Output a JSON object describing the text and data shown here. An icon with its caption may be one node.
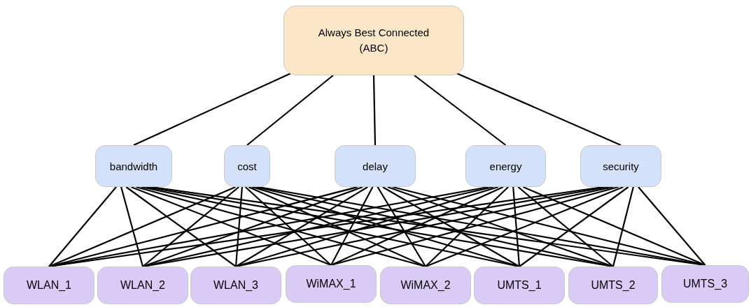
{
  "diagram": {
    "nodes": [
      {
        "text": [
          "Always Best Connected (ABC)"
        ]
      },
      {
        "text": [
          "bandwidth"
        ]
      },
      {
        "text": [
          "cost"
        ]
      },
      {
        "text": [
          "delay"
        ]
      },
      {
        "text": [
          "energy"
        ]
      },
      {
        "text": [
          "security"
        ]
      },
      {
        "text": [
          "WLAN_1"
        ]
      },
      {
        "text": [
          "WLAN_2"
        ]
      },
      {
        "text": [
          "WLAN_3"
        ]
      },
      {
        "text": [
          "WiMAX_1"
        ]
      },
      {
        "text": [
          "WiMAX_2"
        ]
      },
      {
        "text": [
          "UMTS_1"
        ]
      },
      {
        "text": [
          "UMTS_2"
        ]
      },
      {
        "text": [
          "UMTS_3"
        ]
      }
    ],
    "edges": [
      {
        "from": 0,
        "to": 1,
        "arrow": "none"
      },
      {
        "from": 0,
        "to": 2,
        "arrow": "none"
      },
      {
        "from": 0,
        "to": 3,
        "arrow": "none"
      },
      {
        "from": 0,
        "to": 4,
        "arrow": "none"
      },
      {
        "from": 0,
        "to": 5,
        "arrow": "none"
      },
      {
        "from": 1,
        "to": 6,
        "arrow": "none"
      },
      {
        "from": 1,
        "to": 7,
        "arrow": "none"
      },
      {
        "from": 1,
        "to": 8,
        "arrow": "none"
      },
      {
        "from": 1,
        "to": 9,
        "arrow": "none"
      },
      {
        "from": 1,
        "to": 10,
        "arrow": "none"
      },
      {
        "from": 1,
        "to": 11,
        "arrow": "none"
      },
      {
        "from": 1,
        "to": 12,
        "arrow": "none"
      },
      {
        "from": 1,
        "to": 13,
        "arrow": "none"
      },
      {
        "from": 2,
        "to": 6,
        "arrow": "none"
      },
      {
        "from": 2,
        "to": 7,
        "arrow": "none"
      },
      {
        "from": 2,
        "to": 8,
        "arrow": "none"
      },
      {
        "from": 2,
        "to": 9,
        "arrow": "none"
      },
      {
        "from": 2,
        "to": 10,
        "arrow": "none"
      },
      {
        "from": 2,
        "to": 11,
        "arrow": "none"
      },
      {
        "from": 2,
        "to": 12,
        "arrow": "none"
      },
      {
        "from": 2,
        "to": 13,
        "arrow": "none"
      },
      {
        "from": 3,
        "to": 6,
        "arrow": "none"
      },
      {
        "from": 3,
        "to": 7,
        "arrow": "none"
      },
      {
        "from": 3,
        "to": 8,
        "arrow": "none"
      },
      {
        "from": 3,
        "to": 9,
        "arrow": "none"
      },
      {
        "from": 3,
        "to": 10,
        "arrow": "none"
      },
      {
        "from": 3,
        "to": 11,
        "arrow": "none"
      },
      {
        "from": 3,
        "to": 12,
        "arrow": "none"
      },
      {
        "from": 3,
        "to": 13,
        "arrow": "none"
      },
      {
        "from": 4,
        "to": 6,
        "arrow": "none"
      },
      {
        "from": 4,
        "to": 7,
        "arrow": "none"
      },
      {
        "from": 4,
        "to": 8,
        "arrow": "none"
      },
      {
        "from": 4,
        "to": 9,
        "arrow": "none"
      },
      {
        "from": 4,
        "to": 10,
        "arrow": "none"
      },
      {
        "from": 4,
        "to": 11,
        "arrow": "none"
      },
      {
        "from": 4,
        "to": 12,
        "arrow": "none"
      },
      {
        "from": 4,
        "to": 13,
        "arrow": "none"
      },
      {
        "from": 5,
        "to": 6,
        "arrow": "none"
      },
      {
        "from": 5,
        "to": 7,
        "arrow": "none"
      },
      {
        "from": 5,
        "to": 8,
        "arrow": "none"
      },
      {
        "from": 5,
        "to": 9,
        "arrow": "none"
      },
      {
        "from": 5,
        "to": 10,
        "arrow": "none"
      },
      {
        "from": 5,
        "to": 11,
        "arrow": "none"
      },
      {
        "from": 5,
        "to": 12,
        "arrow": "none"
      },
      {
        "from": 5,
        "to": 13,
        "arrow": "none"
      }
    ]
  }
}
